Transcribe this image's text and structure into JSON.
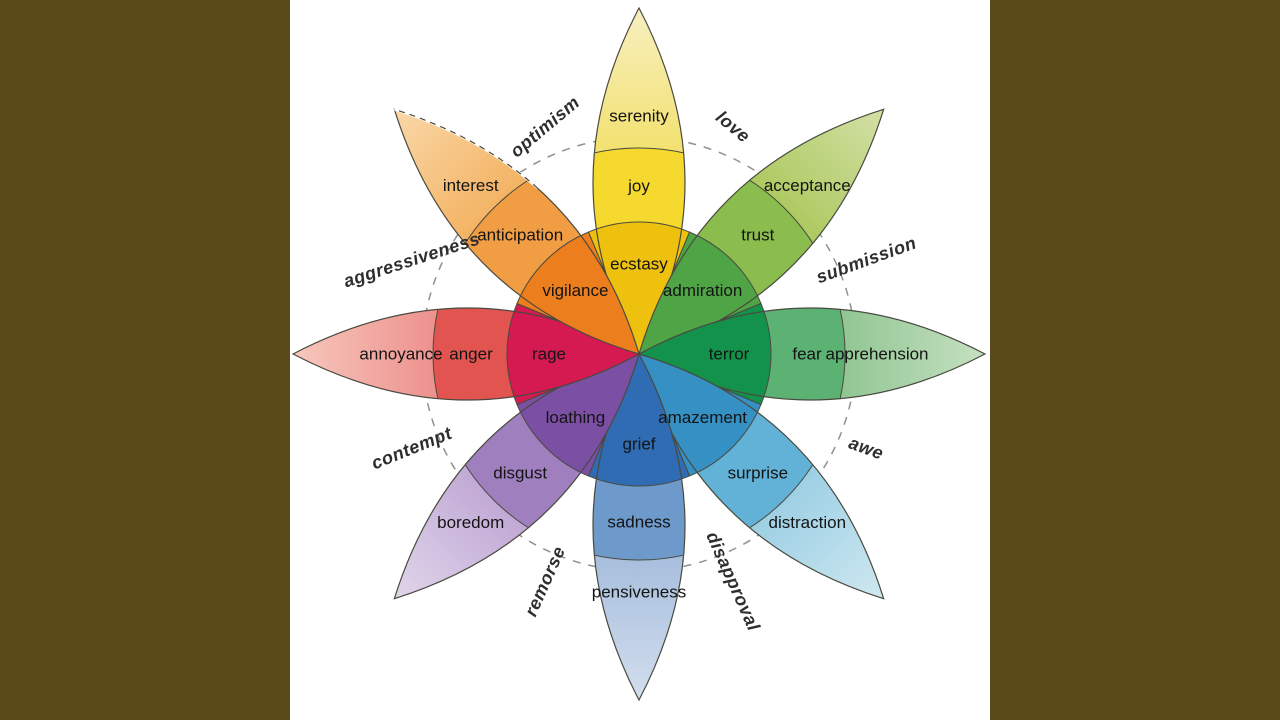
{
  "background": {
    "side_color": "#5a4a1a",
    "panel_color": "#ffffff"
  },
  "wheel": {
    "dashed_circle_color": "#909090",
    "outline_color": "#4a4a40",
    "label_color": "#141414",
    "dyad_color": "#2e2e2e",
    "petals": [
      {
        "direction": "up",
        "angle": -90,
        "emotions": {
          "intense": "ecstasy",
          "basic": "joy",
          "mild": "serenity"
        },
        "colors": {
          "intense": "#eec10e",
          "basic": "#f6d92e",
          "mild": "#f3e272",
          "tip": "#f7efc0"
        }
      },
      {
        "direction": "up-right",
        "angle": -45,
        "emotions": {
          "intense": "admiration",
          "basic": "trust",
          "mild": "acceptance"
        },
        "colors": {
          "intense": "#4fa546",
          "basic": "#8abd4e",
          "mild": "#aeca62",
          "tip": "#d3e0a6"
        }
      },
      {
        "direction": "right",
        "angle": 0,
        "emotions": {
          "intense": "terror",
          "basic": "fear",
          "mild": "apprehension"
        },
        "colors": {
          "intense": "#12924b",
          "basic": "#5bb273",
          "mild": "#92c794",
          "tip": "#c6e0c1"
        }
      },
      {
        "direction": "down-right",
        "angle": 45,
        "emotions": {
          "intense": "amazement",
          "basic": "surprise",
          "mild": "distraction"
        },
        "colors": {
          "intense": "#3590c4",
          "basic": "#62b1d6",
          "mild": "#9ed0e4",
          "tip": "#cfe8f1"
        }
      },
      {
        "direction": "down",
        "angle": 90,
        "emotions": {
          "intense": "grief",
          "basic": "sadness",
          "mild": "pensiveness"
        },
        "colors": {
          "intense": "#2f6cb3",
          "basic": "#6e99cb",
          "mild": "#a8bfdd",
          "tip": "#d3deee"
        }
      },
      {
        "direction": "down-left",
        "angle": 135,
        "emotions": {
          "intense": "loathing",
          "basic": "disgust",
          "mild": "boredom"
        },
        "colors": {
          "intense": "#7b4fa3",
          "basic": "#9f7fbe",
          "mild": "#c2aad6",
          "tip": "#e0d5ea"
        }
      },
      {
        "direction": "left",
        "angle": 180,
        "emotions": {
          "intense": "rage",
          "basic": "anger",
          "mild": "annoyance"
        },
        "colors": {
          "intense": "#d41a50",
          "basic": "#e15450",
          "mild": "#ee928e",
          "tip": "#f6c8bd"
        }
      },
      {
        "direction": "up-left",
        "angle": -135,
        "emotions": {
          "intense": "vigilance",
          "basic": "anticipation",
          "mild": "interest"
        },
        "colors": {
          "intense": "#ec7e1e",
          "basic": "#f19d44",
          "mild": "#f4b465",
          "tip": "#f9d8a8"
        },
        "dashed_tip": true
      }
    ],
    "dyads": [
      {
        "label": "optimism",
        "angle": -112.5,
        "rotation": -40
      },
      {
        "label": "love",
        "angle": -67.5,
        "rotation": 40
      },
      {
        "label": "submission",
        "angle": -22.5,
        "rotation": -20
      },
      {
        "label": "awe",
        "angle": 22.5,
        "rotation": 20
      },
      {
        "label": "disapproval",
        "angle": 67.5,
        "rotation": 66
      },
      {
        "label": "remorse",
        "angle": 112.5,
        "rotation": -66
      },
      {
        "label": "contempt",
        "angle": 157.5,
        "rotation": -22
      },
      {
        "label": "aggressiveness",
        "angle": -157.5,
        "rotation": -18
      }
    ]
  }
}
